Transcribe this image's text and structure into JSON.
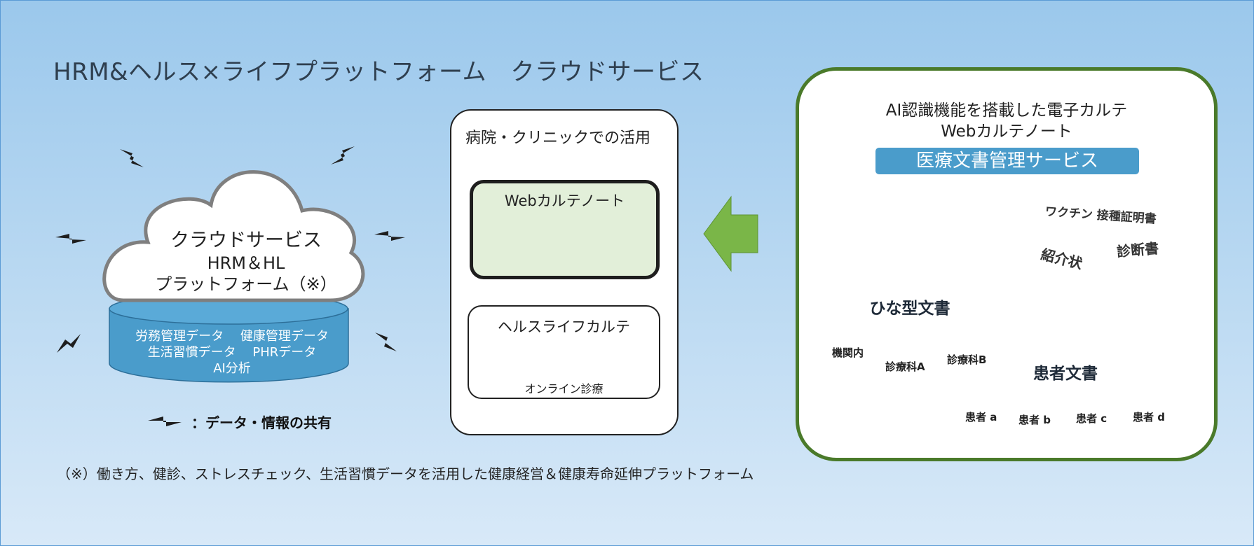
{
  "title": "HRM&ヘルス×ライフプラットフォーム　クラウドサービス",
  "cloud": {
    "title": "クラウドサービス",
    "subtitle_line1": "HRM＆HL",
    "subtitle_line2": "プラットフォーム（※）",
    "data_line1": "労務管理データ　 健康管理データ",
    "data_line2": "生活習慣データ　 PHRデータ",
    "data_line3": "AI分析"
  },
  "legend": {
    "label": "：データ・情報の共有",
    "icon": "lightning-share-icon"
  },
  "footnote": "（※）働き方、健診、ストレスチェック、生活習慣データを活用した健康経営＆健康寿命延伸プラットフォーム",
  "hospital": {
    "title": "病院・クリニックでの活用",
    "webkarte_label": "Webカルテノート",
    "healthlife_label": "ヘルスライフカルテ",
    "online_label": "オンライン診療"
  },
  "service": {
    "line1": "AI認識機能を搭載した電子カルテ",
    "line2": "Webカルテノート",
    "bar_label": "医療文書管理サービス",
    "template_db_label": "ひな型文書",
    "template_folders": [
      "機関内",
      "診療科A",
      "診療科B"
    ],
    "patient_db_label": "患者文書",
    "patient_folders": [
      "患者 a",
      "患者 b",
      "患者 c",
      "患者 d"
    ],
    "doc_labels": [
      "ワクチン 接種証明書",
      "紹介状",
      "診断書"
    ]
  },
  "colors": {
    "db_blue": "#4a9ccb",
    "green_border": "#4a7a2a",
    "arrow_green": "#7ab648",
    "card_green": "#e2efd9"
  }
}
